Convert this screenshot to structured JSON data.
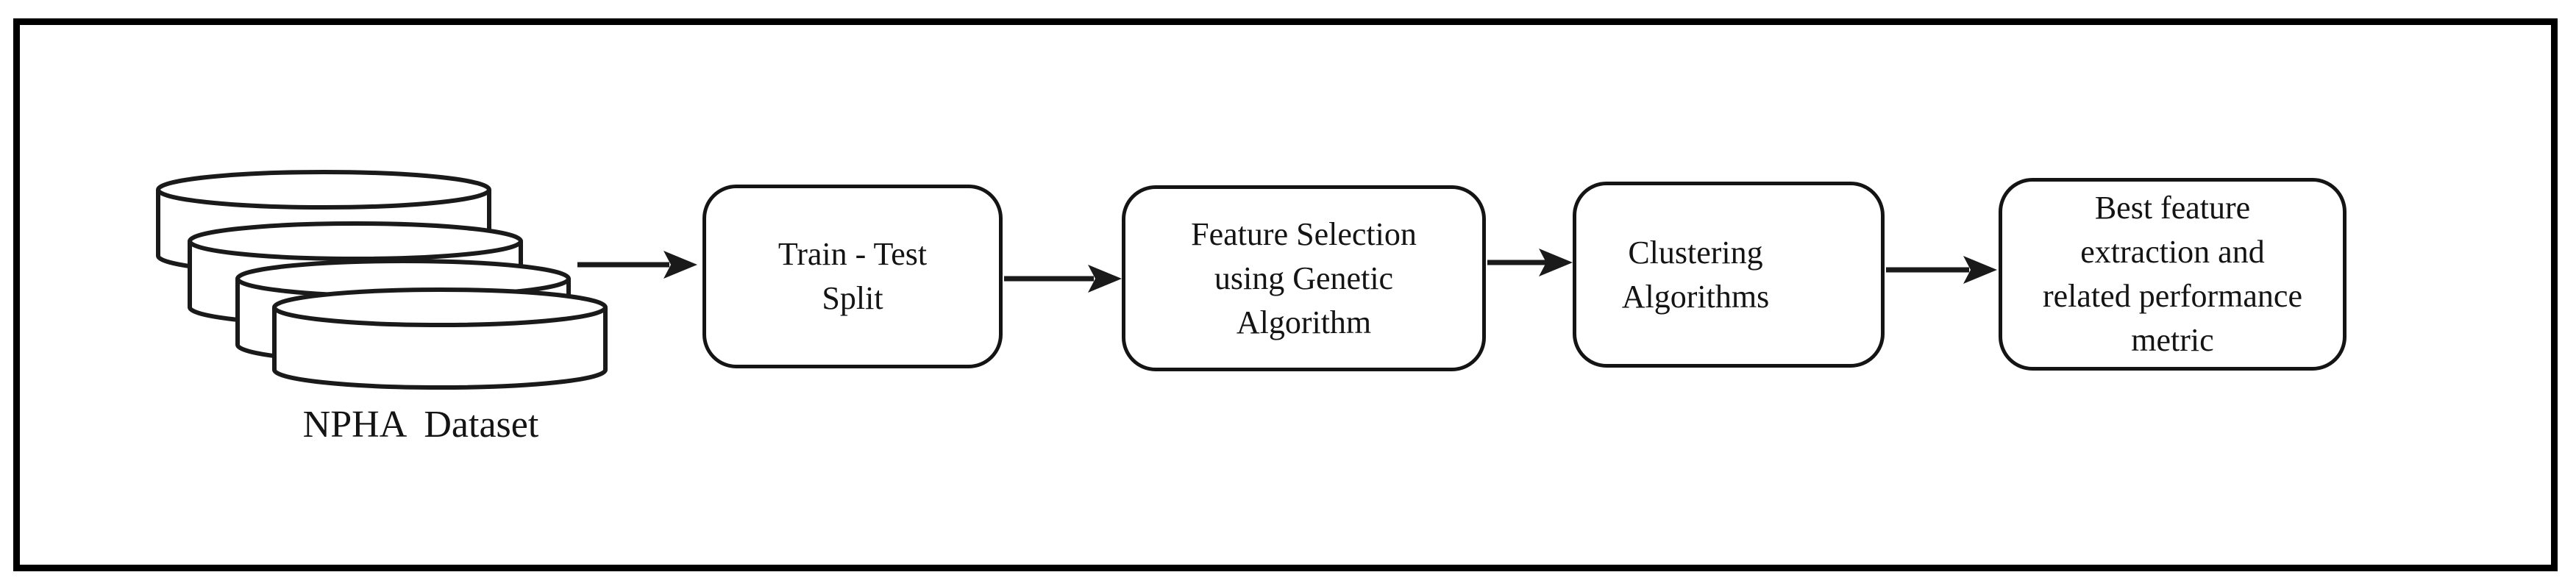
{
  "diagram": {
    "title_none_visible": "",
    "dataset_label": "NPHA  Dataset",
    "nodes": [
      {
        "id": "train-test-split",
        "label": "Train - Test\nSplit"
      },
      {
        "id": "feature-selection-ga",
        "label": "Feature Selection\nusing Genetic\nAlgorithm"
      },
      {
        "id": "clustering-algorithms",
        "label": "Clustering\nAlgorithms"
      },
      {
        "id": "best-feature-result",
        "label": "Best feature\nextraction and\nrelated performance\nmetric"
      }
    ],
    "flow": [
      {
        "from": "NPHA  Dataset",
        "to": "Train - Test Split"
      },
      {
        "from": "Train - Test Split",
        "to": "Feature Selection using Genetic Algorithm"
      },
      {
        "from": "Feature Selection using Genetic Algorithm",
        "to": "Clustering Algorithms"
      },
      {
        "from": "Clustering Algorithms",
        "to": "Best feature extraction and related performance metric"
      }
    ],
    "icons": [
      {
        "name": "database-stack-icon",
        "meaning": "stack of four data disks representing the NPHA dataset"
      }
    ],
    "colors": {
      "background": "#ffffff",
      "stroke": "#1a1a1a",
      "text": "#141414",
      "frame": "#000000"
    }
  }
}
